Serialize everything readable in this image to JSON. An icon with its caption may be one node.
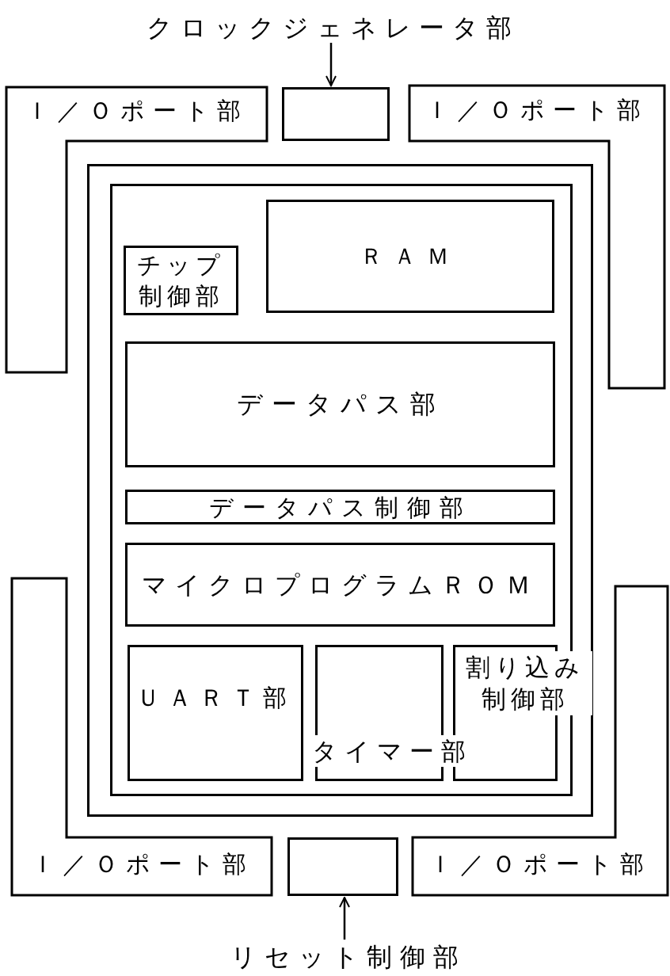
{
  "diagram": {
    "nodes": [
      {
        "text": [
          "クロックジェネレータ部"
        ]
      },
      {
        "text": [
          "Ｉ／Ｏポート部"
        ]
      },
      {
        "text": [],
        "shape": "box"
      },
      {
        "text": [
          "Ｉ／Ｏポート部"
        ]
      },
      {
        "text": [],
        "shape": "box"
      },
      {
        "text": [],
        "shape": "box",
        "in": 4
      },
      {
        "text": [
          "チップ制御部"
        ],
        "in": 5
      },
      {
        "text": [
          "ＲＡＭ"
        ],
        "in": 5
      },
      {
        "text": [
          "データパス部"
        ],
        "in": 5
      },
      {
        "text": [
          "データパス制御部"
        ],
        "in": 5
      },
      {
        "text": [
          "マイクロプログラムＲＯＭ"
        ],
        "in": 5
      },
      {
        "text": [
          "ＵＡＲＴ部"
        ],
        "in": 5
      },
      {
        "text": [
          "タイマー部"
        ],
        "in": 5
      },
      {
        "text": [
          "割り込み制御部"
        ],
        "in": 5
      },
      {
        "text": [
          "Ｉ／Ｏポート部"
        ]
      },
      {
        "text": [],
        "shape": "box"
      },
      {
        "text": [
          "Ｉ／Ｏポート部"
        ]
      },
      {
        "text": [
          "リセット制御部"
        ]
      }
    ],
    "edges": [
      {
        "from": 0,
        "to": 2,
        "arrow": "to"
      },
      {
        "from": 17,
        "to": 15,
        "arrow": "to"
      }
    ]
  }
}
